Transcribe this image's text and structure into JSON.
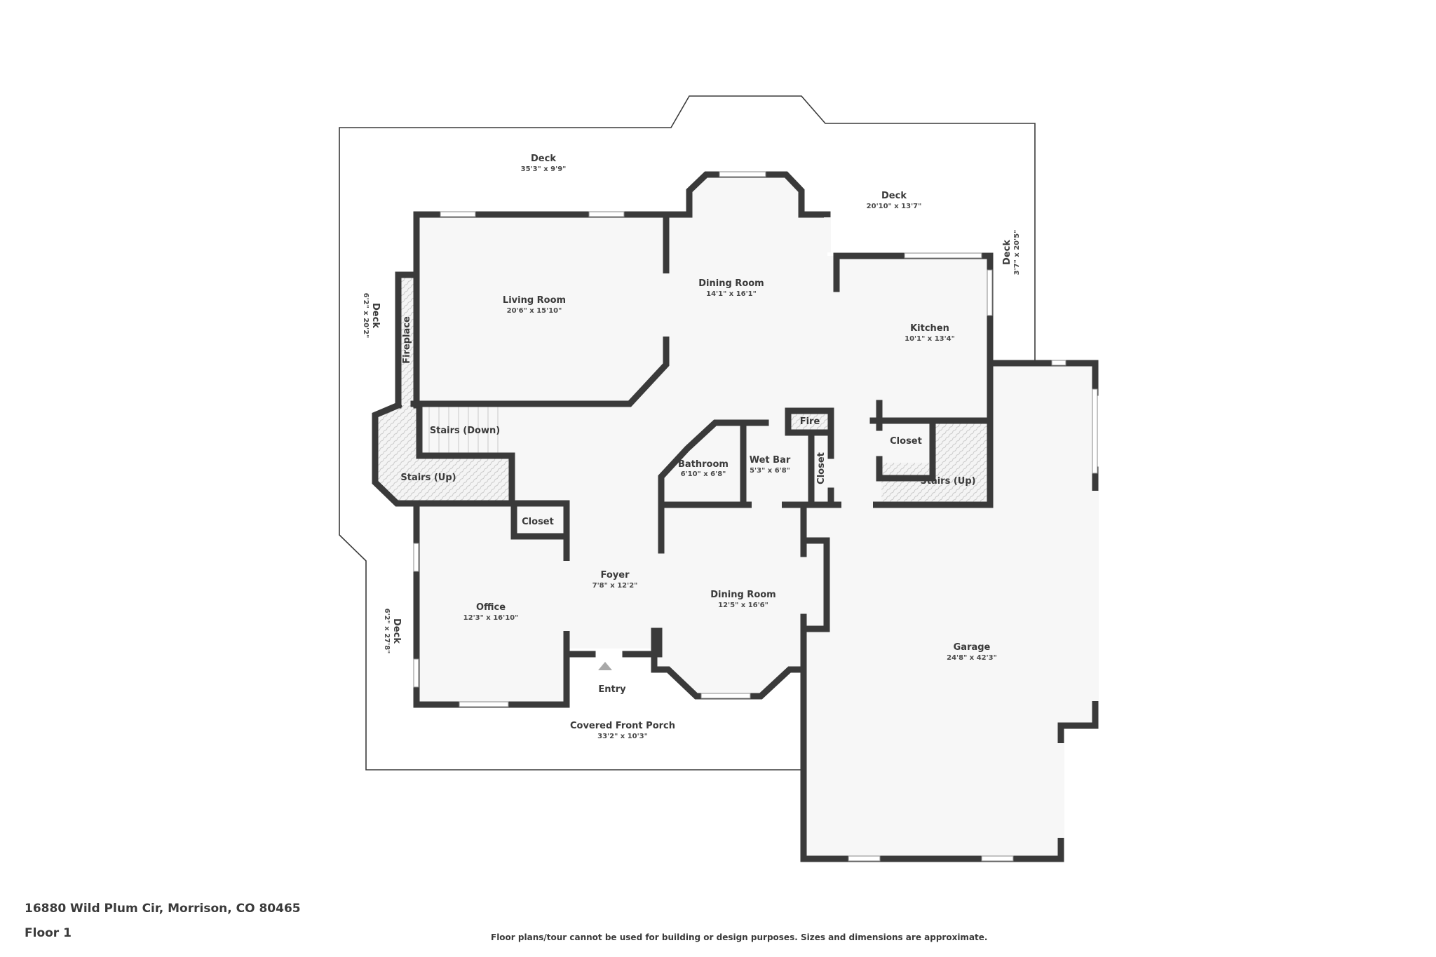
{
  "footer": {
    "address": "16880 Wild Plum Cir, Morrison, CO 80465",
    "floor": "Floor 1",
    "disclaimer": "Floor plans/tour cannot be used for building or design purposes. Sizes and dimensions are approximate."
  },
  "colors": {
    "wall": "#3a3a3a",
    "floor": "#f7f7f7",
    "deck_bg": "#f4f4f4",
    "deck_tile": "#e2e2e2",
    "entry_marker": "#a8a8a8"
  },
  "rooms": {
    "deck_top": {
      "name": "Deck",
      "dims": "35'3\" x 9'9\""
    },
    "deck_top_right": {
      "name": "Deck",
      "dims": "20'10\" x 13'7\""
    },
    "deck_right": {
      "name": "Deck",
      "dims": "3'7\" x 20'5\""
    },
    "deck_left_upper": {
      "name": "Deck",
      "dims": "6'2\" x 20'2\""
    },
    "deck_left_lower": {
      "name": "Deck",
      "dims": "6'2\" x 27'8\""
    },
    "living_room": {
      "name": "Living Room",
      "dims": "20'6\" x 15'10\""
    },
    "dining_room_north": {
      "name": "Dining Room",
      "dims": "14'1\" x 16'1\""
    },
    "kitchen": {
      "name": "Kitchen",
      "dims": "10'1\" x 13'4\""
    },
    "fireplace": {
      "name": "Fireplace"
    },
    "stairs_down": {
      "name": "Stairs (Down)"
    },
    "stairs_up_west": {
      "name": "Stairs (Up)"
    },
    "stairs_up_east": {
      "name": "Stairs (Up)"
    },
    "bathroom": {
      "name": "Bathroom",
      "dims": "6'10\" x 6'8\""
    },
    "wet_bar": {
      "name": "Wet Bar",
      "dims": "5'3\" x 6'8\""
    },
    "fire": {
      "name": "Fire"
    },
    "closet_vertical": {
      "name": "Closet"
    },
    "closet_east": {
      "name": "Closet"
    },
    "closet_west": {
      "name": "Closet"
    },
    "foyer": {
      "name": "Foyer",
      "dims": "7'8\" x 12'2\""
    },
    "office": {
      "name": "Office",
      "dims": "12'3\" x 16'10\""
    },
    "dining_room_south": {
      "name": "Dining Room",
      "dims": "12'5\" x 16'6\""
    },
    "entry": {
      "name": "Entry"
    },
    "porch": {
      "name": "Covered Front Porch",
      "dims": "33'2\" x 10'3\""
    },
    "garage": {
      "name": "Garage",
      "dims": "24'8\" x 42'3\""
    }
  }
}
